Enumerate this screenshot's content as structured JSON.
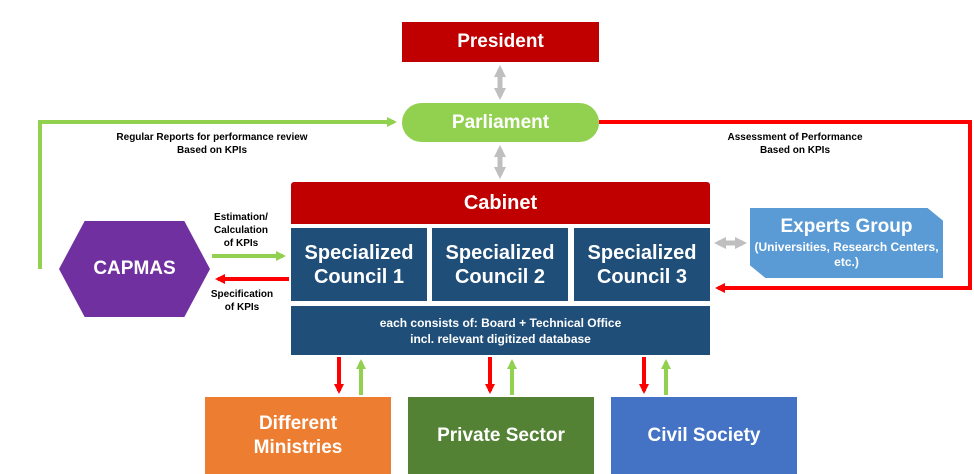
{
  "nodes": {
    "president": "President",
    "parliament": "Parliament",
    "cabinet": "Cabinet",
    "council_1": "Specialized Council 1",
    "council_2": "Specialized Council 2",
    "council_3": "Specialized Council 3",
    "board_line1": "each consists of: Board + Technical Office",
    "board_line2": "incl. relevant digitized database",
    "capmas": "CAPMAS",
    "experts_title": "Experts Group",
    "experts_sub": "(Universities, Research Centers, etc.)",
    "ministries": "Different Ministries",
    "private_sector": "Private Sector",
    "civil_society": "Civil Society"
  },
  "labels": {
    "regular_reports_1": "Regular Reports for performance review",
    "regular_reports_2": "Based on KPIs",
    "assessment_1": "Assessment of Performance",
    "assessment_2": "Based on KPIs",
    "estimation_1": "Estimation/",
    "estimation_2": "Calculation",
    "estimation_3": "of KPIs",
    "specification_1": "Specification",
    "specification_2": "of KPIs"
  },
  "colors": {
    "red": "#c00000",
    "green": "#92d050",
    "navy": "#1f4e79",
    "purple": "#7030a0",
    "light_blue": "#5b9bd5",
    "orange": "#ed7d31",
    "dark_green": "#548235",
    "blue": "#4472c4",
    "gray": "#bfbfbf"
  }
}
